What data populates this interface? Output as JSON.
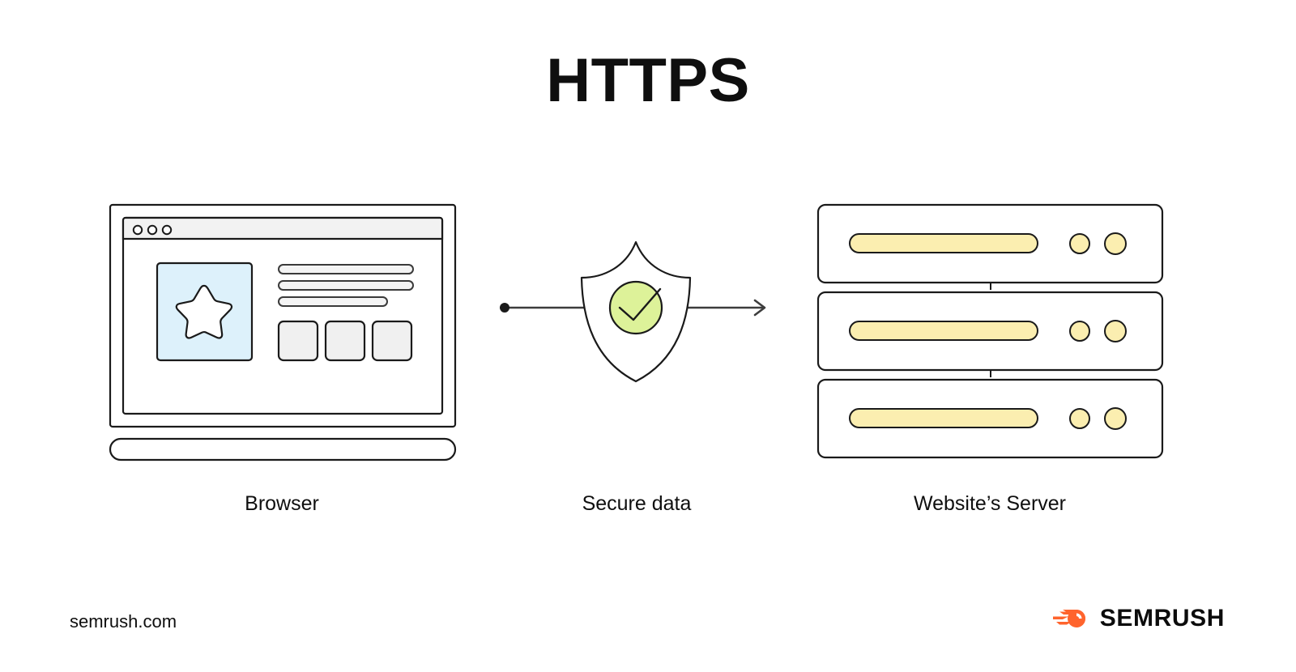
{
  "page": {
    "title": "HTTPS",
    "background_color": "#ffffff"
  },
  "diagram": {
    "type": "flow",
    "description": "Browser sends secure data through an HTTPS shield to the website's server",
    "nodes": [
      {
        "id": "browser",
        "label": "Browser",
        "icon": "laptop-browser-icon"
      },
      {
        "id": "secure-data",
        "label": "Secure data",
        "icon": "shield-check-icon"
      },
      {
        "id": "server",
        "label": "Website’s Server",
        "icon": "server-rack-icon"
      }
    ],
    "connector": {
      "from": "browser",
      "to": "server",
      "style": "line-with-arrow",
      "start_marker": "dot",
      "end_marker": "arrowhead",
      "color": "#3d3d3d"
    }
  },
  "browser_window": {
    "dots": [
      "dot-1",
      "dot-2",
      "dot-3"
    ],
    "hero_image_alt": "star-placeholder",
    "text_lines": 3,
    "card_placeholders": 3
  },
  "shield": {
    "check_label": "check-mark",
    "circle_color": "#ddf299"
  },
  "server": {
    "racks": 3,
    "bar_color": "#fbeeb0",
    "lights_per_rack": 2
  },
  "footer": {
    "url": "semrush.com",
    "brand": "SEMRUSH",
    "logo_icon": "semrush-comet-icon"
  },
  "colors": {
    "ink": "#1a1a1a",
    "panel_blue": "#ddf1fb",
    "panel_gray": "#f0f0f0",
    "titlebar_gray": "#f2f2f2",
    "accent_yellow": "#fbeeb0",
    "accent_green": "#ddf299",
    "brand_orange": "#ff642d"
  }
}
